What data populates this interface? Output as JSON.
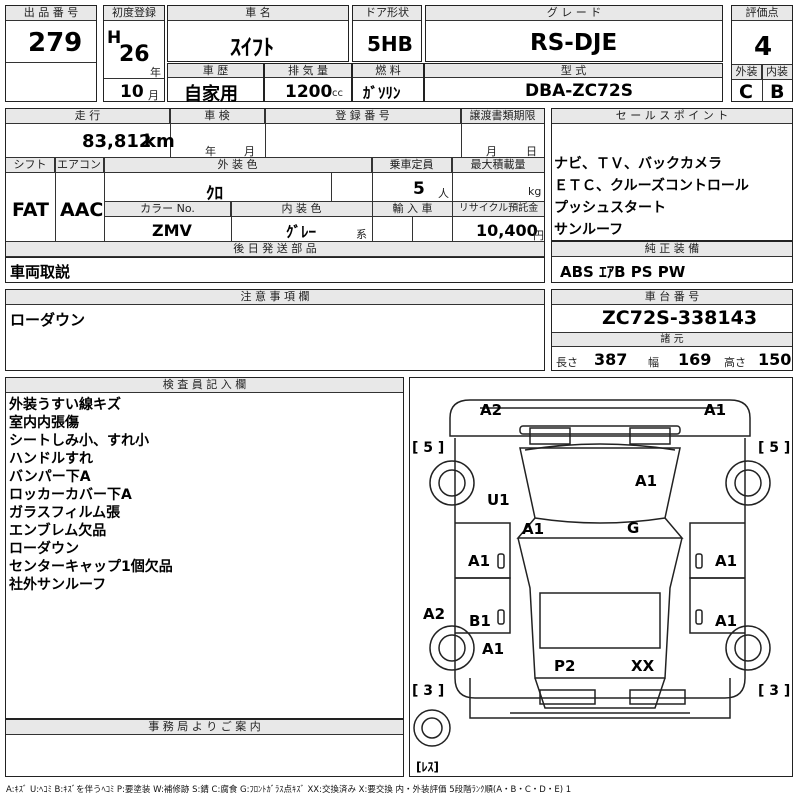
{
  "header": {
    "lot_label": "出 品 番 号",
    "lot": "279",
    "reg_label": "初度登録",
    "era": "H",
    "year": "26",
    "year_unit": "年",
    "month": "10",
    "month_unit": "月",
    "name_label": "車 名",
    "name": "ｽｲﾌﾄ",
    "door_label": "ドア形状",
    "door": "5HB",
    "grade_label": "グ レ ー ド",
    "grade": "RS-DJE",
    "score_label": "評価点",
    "score": "4",
    "history_label": "車 歴",
    "history": "自家用",
    "disp_label": "排 気 量",
    "disp": "1200",
    "disp_unit": "cc",
    "fuel_label": "燃 料",
    "fuel": "ｶﾞｿﾘﾝ",
    "model_label": "型 式",
    "model": "DBA-ZC72S",
    "ext_label": "外装",
    "ext": "C",
    "int_label": "内装",
    "int": "B"
  },
  "specs": {
    "mileage_label": "走 行",
    "mileage": "83,812",
    "mileage_unit": "km",
    "inspect_label": "車 検",
    "inspect_year": "年",
    "inspect_month": "月",
    "regno_label": "登 録 番 号",
    "transfer_label": "譲渡書類期限",
    "transfer_month": "月",
    "transfer_day": "日",
    "shift_label": "シフト",
    "shift": "FAT",
    "ac_label": "エアコン",
    "ac": "AAC",
    "color_label": "外 装 色",
    "color": "ｸﾛ",
    "capacity_label": "乗車定員",
    "capacity": "5",
    "capacity_unit": "人",
    "load_label": "最大積載量",
    "load_unit": "kg",
    "colorno_label": "カラー No.",
    "colorno": "ZMV",
    "intcolor_label": "内 装 色",
    "intcolor": "ｸﾞﾚｰ",
    "intcolor_unit": "系",
    "import_label": "輸 入 車",
    "recycle_label": "リサイクル預託金",
    "recycle": "10,400",
    "recycle_unit": "円"
  },
  "sales": {
    "label": "セ ー ル ス ポ イ ン ト",
    "items": [
      "ナビ、ＴＶ、バックカメラ",
      "ＥＴＣ、クルーズコントロール",
      "プッシュスタート",
      "サンルーフ"
    ]
  },
  "later": {
    "label": "後 日 発 送 部 品",
    "value": "車両取説"
  },
  "equipment": {
    "label": "純 正 装 備",
    "value": "ABS ｴｱB PS PW"
  },
  "notes": {
    "label": "注 意 事 項 欄",
    "value": "ローダウン"
  },
  "chassis": {
    "label": "車 台 番 号",
    "value": "ZC72S-338143",
    "dims_label": "諸 元",
    "length_label": "長さ",
    "length": "387",
    "width_label": "幅",
    "width": "169",
    "height_label": "高さ",
    "height": "150"
  },
  "inspector": {
    "label": "検 査 員 記 入 欄",
    "items": [
      "外装うすい線キズ",
      "室内内張傷",
      "シートしみ小、すれ小",
      "ハンドルすれ",
      "バンパー下A",
      "ロッカーカバー下A",
      "ガラスフィルム張",
      "エンブレム欠品",
      "ローダウン",
      "センターキャップ1個欠品",
      "社外サンルーフ"
    ]
  },
  "office": {
    "label": "事 務 局 よ り ご 案 内"
  },
  "diagram": {
    "marks": {
      "front_left": "A2",
      "front_right": "A1",
      "hood": "A1",
      "roof": "G",
      "left_fender": "U1",
      "pillar": "A1",
      "left_front_door": "A1",
      "right_front_door": "A1",
      "left_quarter": "A2",
      "left_rear_door": "B1",
      "right_rear_door": "A1",
      "left_rear": "A1",
      "rear_glass": "P2",
      "rear_right": "XX"
    },
    "tire_labels": {
      "fl": "5",
      "fr": "5",
      "rl": "3",
      "rr": "3"
    },
    "spare_label": "ﾚｽ"
  },
  "legend": "A:ｷｽﾞ  U:ﾍｺﾐ  B:ｷｽﾞを伴うﾍｺﾐ  P:要塗装  W:補修跡  S:錆  C:腐食  G:ﾌﾛﾝﾄｶﾞﾗｽ点ｷｽﾞ  XX:交換済み  X:要交換   内・外装評価  5段階ﾗﾝｸ順(A・B・C・D・E) 1"
}
